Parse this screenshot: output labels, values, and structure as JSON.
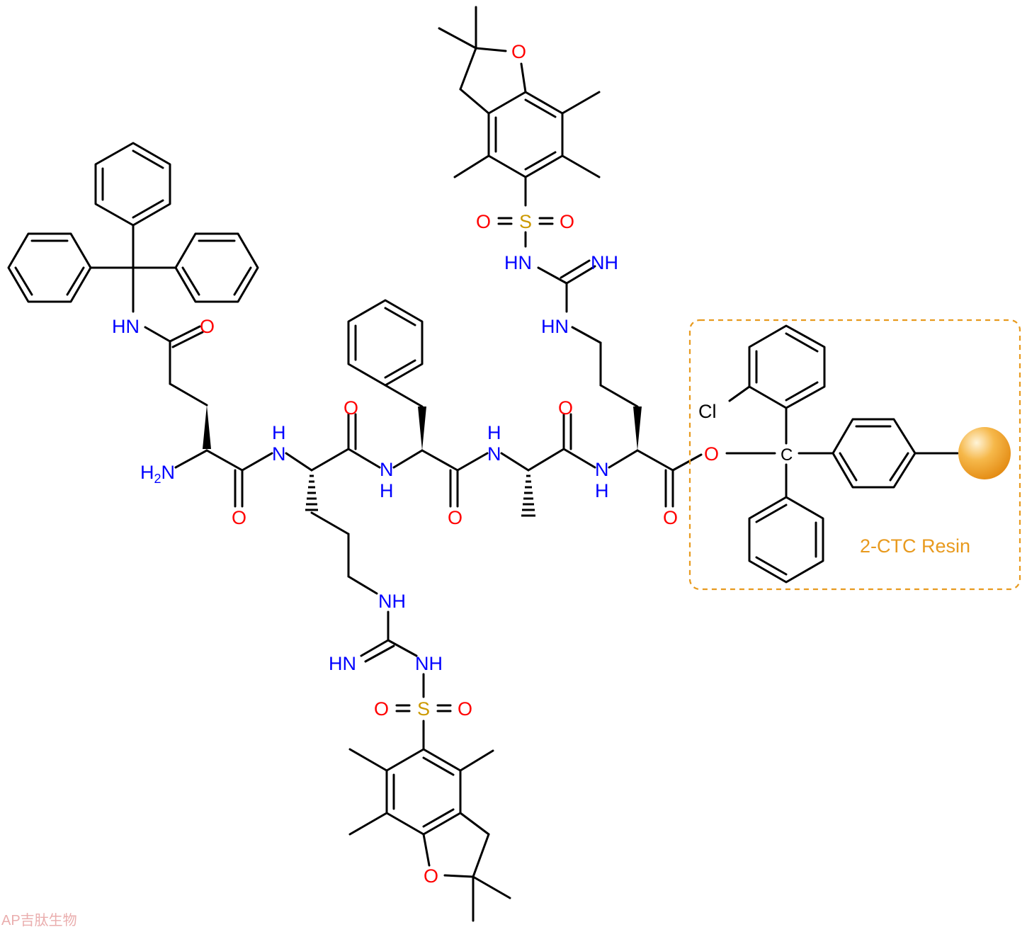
{
  "colors": {
    "bond": "#000000",
    "nitrogen": "#0000FF",
    "oxygen": "#FF0000",
    "sulfur": "#CC9900",
    "resin": "#E89A1E",
    "chlorine": "#000000"
  },
  "atoms": {
    "nh": "NH",
    "hn": "HN",
    "n": "N",
    "h": "H",
    "nh2_main": "H",
    "nh2_sub": "2",
    "nh2_n": "N",
    "o": "O",
    "s": "S",
    "c": "C",
    "cl": "Cl"
  },
  "resin": {
    "label": "2-CTC Resin",
    "icon": "resin-bead-icon"
  },
  "watermark": {
    "text": "AP吉肽生物"
  }
}
